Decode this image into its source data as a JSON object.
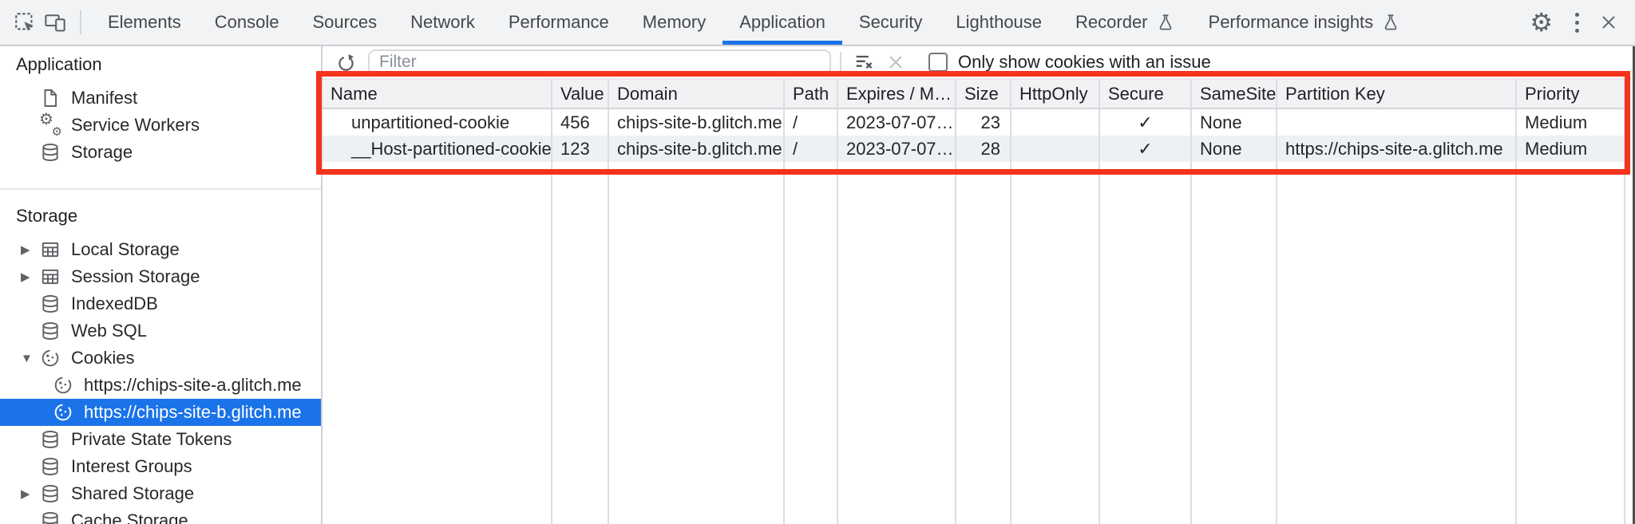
{
  "toolbar": {
    "tabs": [
      {
        "label": "Elements"
      },
      {
        "label": "Console"
      },
      {
        "label": "Sources"
      },
      {
        "label": "Network"
      },
      {
        "label": "Performance"
      },
      {
        "label": "Memory"
      },
      {
        "label": "Application",
        "active": true
      },
      {
        "label": "Security"
      },
      {
        "label": "Lighthouse"
      },
      {
        "label": "Recorder",
        "flask": true
      },
      {
        "label": "Performance insights",
        "flask": true
      }
    ],
    "left_icons": [
      "inspect-icon",
      "device-toolbar-icon"
    ],
    "right_icons": [
      "settings-gear-icon",
      "more-menu-icon",
      "close-icon"
    ]
  },
  "sidebar": {
    "sections": [
      {
        "title": "Application",
        "items": [
          {
            "label": "Manifest",
            "icon": "file-icon"
          },
          {
            "label": "Service Workers",
            "icon": "gears-icon"
          },
          {
            "label": "Storage",
            "icon": "database-icon"
          }
        ]
      },
      {
        "title": "Storage",
        "items": [
          {
            "label": "Local Storage",
            "icon": "table-icon",
            "disclosure": "collapsed"
          },
          {
            "label": "Session Storage",
            "icon": "table-icon",
            "disclosure": "collapsed"
          },
          {
            "label": "IndexedDB",
            "icon": "database-icon"
          },
          {
            "label": "Web SQL",
            "icon": "database-icon"
          },
          {
            "label": "Cookies",
            "icon": "cookie-icon",
            "disclosure": "expanded"
          },
          {
            "label": "https://chips-site-a.glitch.me",
            "icon": "cookie-icon",
            "child": true
          },
          {
            "label": "https://chips-site-b.glitch.me",
            "icon": "cookie-icon",
            "child": true,
            "selected": true
          },
          {
            "label": "Private State Tokens",
            "icon": "database-icon"
          },
          {
            "label": "Interest Groups",
            "icon": "database-icon"
          },
          {
            "label": "Shared Storage",
            "icon": "database-icon",
            "disclosure": "collapsed"
          },
          {
            "label": "Cache Storage",
            "icon": "database-icon"
          }
        ]
      }
    ]
  },
  "cookie_toolbar": {
    "filter_placeholder": "Filter",
    "checkbox_label": "Only show cookies with an issue",
    "checkbox_checked": false,
    "icons": [
      "refresh-icon",
      "clear-filter-icon",
      "delete-icon"
    ]
  },
  "cookie_table": {
    "columns": [
      "Name",
      "Value",
      "Domain",
      "Path",
      "Expires / M…",
      "Size",
      "HttpOnly",
      "Secure",
      "SameSite",
      "Partition Key",
      "Priority"
    ],
    "rows": [
      [
        "unpartitioned-cookie",
        "456",
        "chips-site-b.glitch.me",
        "/",
        "2023-07-07…",
        "23",
        "",
        "✓",
        "None",
        "",
        "Medium"
      ],
      [
        "__Host-partitioned-cookie",
        "123",
        "chips-site-b.glitch.me",
        "/",
        "2023-07-07…",
        "28",
        "",
        "✓",
        "None",
        "https://chips-site-a.glitch.me",
        "Medium"
      ]
    ]
  },
  "annotation": {
    "type": "highlight-box",
    "color": "#f4331d"
  },
  "colors": {
    "accent": "#1a73e8",
    "selected_row_bg": "#1a73e8",
    "toolbar_bg": "#f2f3f4",
    "table_header_bg": "#f1f2f4",
    "alt_row_bg": "#eef1f4",
    "annotation_red": "#f4331d",
    "icon_gray": "#5f6368"
  },
  "glyphs": {
    "expanded": "▼",
    "collapsed": "▶",
    "checkmark": "✓",
    "gear": "⚙"
  }
}
